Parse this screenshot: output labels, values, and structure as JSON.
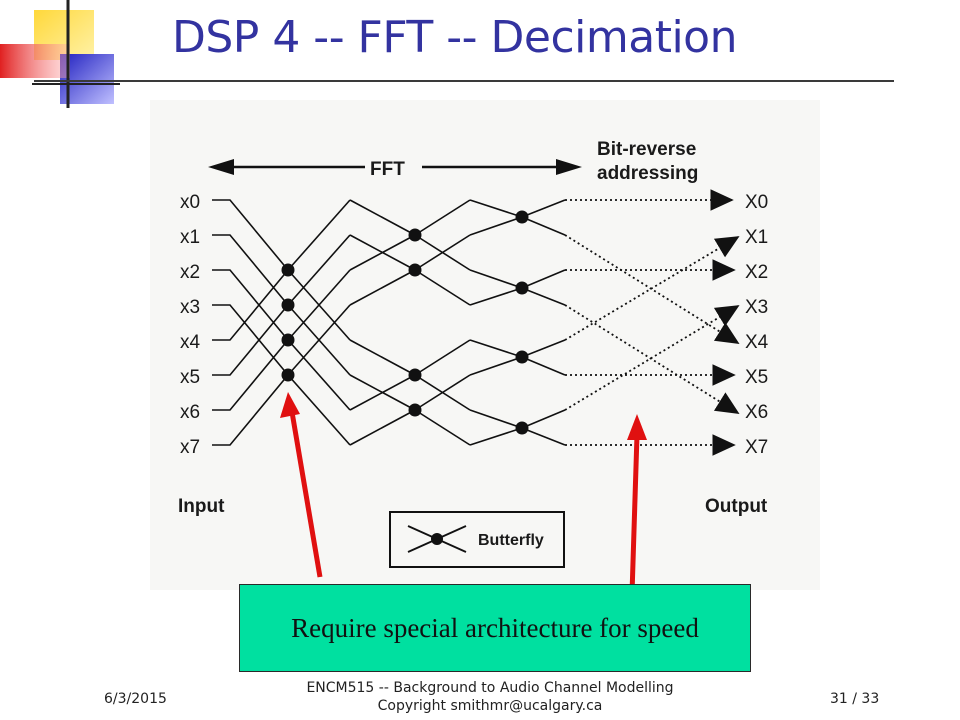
{
  "slide": {
    "title": "DSP 4 -- FFT -- Decimation"
  },
  "diagram": {
    "fft_label": "FFT",
    "bitrev_label_line1": "Bit-reverse",
    "bitrev_label_line2": "addressing",
    "inputs": [
      "x0",
      "x1",
      "x2",
      "x3",
      "x4",
      "x5",
      "x6",
      "x7"
    ],
    "outputs": [
      "X0",
      "X1",
      "X2",
      "X3",
      "X4",
      "X5",
      "X6",
      "X7"
    ],
    "input_caption": "Input",
    "output_caption": "Output",
    "legend_label": "Butterfly"
  },
  "callout": {
    "text": "Require special architecture for speed",
    "color": "#00e0a0"
  },
  "footer": {
    "date": "6/3/2015",
    "course_line1": "ENCM515 -- Background to Audio Channel Modelling",
    "course_line2": "Copyright smithmr@ucalgary.ca",
    "page": "31 / 33"
  },
  "colors": {
    "title": "#3333a0",
    "arrow": "#e01010",
    "deco_yellow": "#ffe24a",
    "deco_red": "#f04040",
    "deco_blue": "#3a3ad0"
  }
}
